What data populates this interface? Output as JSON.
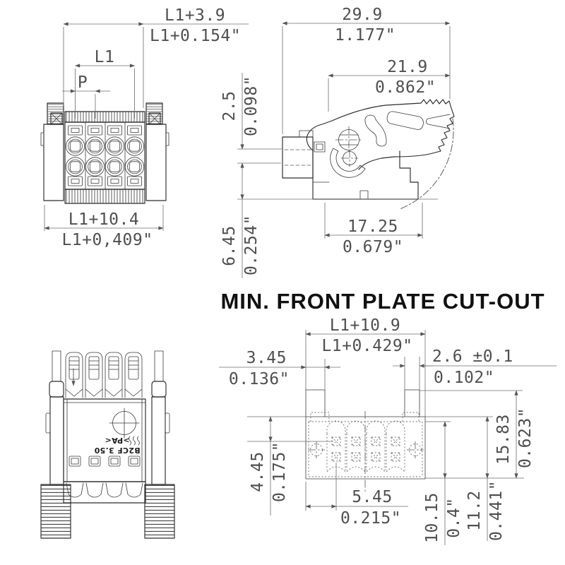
{
  "title": "MIN. FRONT PLATE CUT-OUT",
  "marking": {
    "brand_logo": "weidmueller-logo",
    "material": ">PA<",
    "series": "B2CF 3.50"
  },
  "colors": {
    "line": "#2b2b2b",
    "dimension": "#6b6b6b",
    "background": "#ffffff"
  },
  "dims": {
    "l1_plus_39": {
      "mm": "L1+3.9",
      "inch": "L1+0.154\""
    },
    "l1": {
      "mm": "L1"
    },
    "pitch": {
      "mm": "P"
    },
    "l1_plus_104": {
      "mm": "L1+10.4",
      "inch": "L1+0,409\""
    },
    "total_length": {
      "mm": "29.9",
      "inch": "1.177\""
    },
    "lever_length": {
      "mm": "21.9",
      "inch": "0.862\""
    },
    "wire_offset": {
      "mm": "2.5",
      "inch": "0.098\""
    },
    "lower_height": {
      "mm": "6.45",
      "inch": "0.254\""
    },
    "base_length": {
      "mm": "17.25",
      "inch": "0.679\""
    },
    "cutout_width": {
      "mm": "L1+10.9",
      "inch": "L1+0.429\""
    },
    "notch_left": {
      "mm": "3.45",
      "inch": "0.136\""
    },
    "notch_right": {
      "mm": "2.6 ±0.1",
      "inch": "0.102\""
    },
    "edge_to_contact": {
      "mm": "4.45",
      "inch": "0.175\""
    },
    "edge_to_pole": {
      "mm": "5.45",
      "inch": "0.215\""
    },
    "inner_height": {
      "mm": "10.15",
      "inch": "0.4\""
    },
    "cutout_height": {
      "mm": "11.2",
      "inch": "0.441\""
    },
    "total_height": {
      "mm": "15.83",
      "inch": "0.623\""
    }
  }
}
